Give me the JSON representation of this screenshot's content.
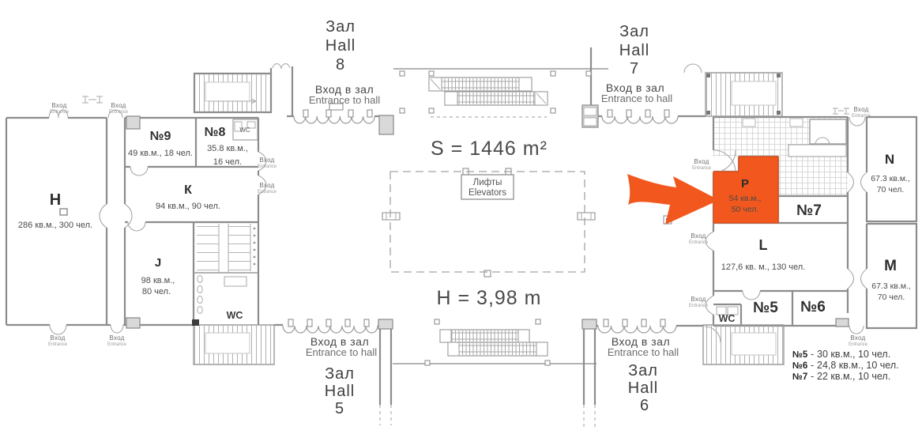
{
  "colors": {
    "highlight": "#F2571D",
    "highlight_text": "#8A3A00"
  },
  "halls": [
    {
      "ru": "Зал",
      "en": "Hall",
      "num": "8"
    },
    {
      "ru": "Зал",
      "en": "Hall",
      "num": "7"
    },
    {
      "ru": "Зал",
      "en": "Hall",
      "num": "5"
    },
    {
      "ru": "Зал",
      "en": "Hall",
      "num": "6"
    }
  ],
  "labels": {
    "entrance_ru": "Вход",
    "entrance_en": "Entrance",
    "entrance_hall_ru": "Вход в зал",
    "entrance_hall_en": "Entrance to hall",
    "elevators_ru": "Лифты",
    "elevators_en": "Elevators",
    "area_total": "S = 1446 m²",
    "ceiling_height": "H = 3,98 m",
    "wc": "WC",
    "legend_sep": "-"
  },
  "rooms": {
    "h": {
      "name": "H",
      "info": "286 кв.м., 300 чел."
    },
    "n9": {
      "name": "№9",
      "info": "49 кв.м., 18 чел."
    },
    "n8": {
      "name": "№8",
      "info1": "35.8 кв.м.,",
      "info2": "16 чел."
    },
    "k": {
      "name": "К",
      "info": "94 кв.м., 90 чел."
    },
    "j": {
      "name": "J",
      "info1": "98 кв.м.,",
      "info2": "80 чел."
    },
    "p": {
      "name": "P",
      "info1": "54 кв.м.,",
      "info2": "50 чел."
    },
    "n7": {
      "name": "№7"
    },
    "l": {
      "name": "L",
      "info": "127,6 кв. м., 130 чел."
    },
    "n5": {
      "name": "№5"
    },
    "n6": {
      "name": "№6"
    },
    "n_room": {
      "name": "N",
      "info1": "67.3 кв.м.,",
      "info2": "70 чел."
    },
    "m_room": {
      "name": "M",
      "info1": "67.3 кв.м.,",
      "info2": "70 чел."
    }
  },
  "legend": [
    {
      "id": "№5",
      "text": "30 кв.м., 10 чел."
    },
    {
      "id": "№6",
      "text": "24,8 кв.м., 10 чел."
    },
    {
      "id": "№7",
      "text": "22 кв.м., 10 чел."
    }
  ]
}
